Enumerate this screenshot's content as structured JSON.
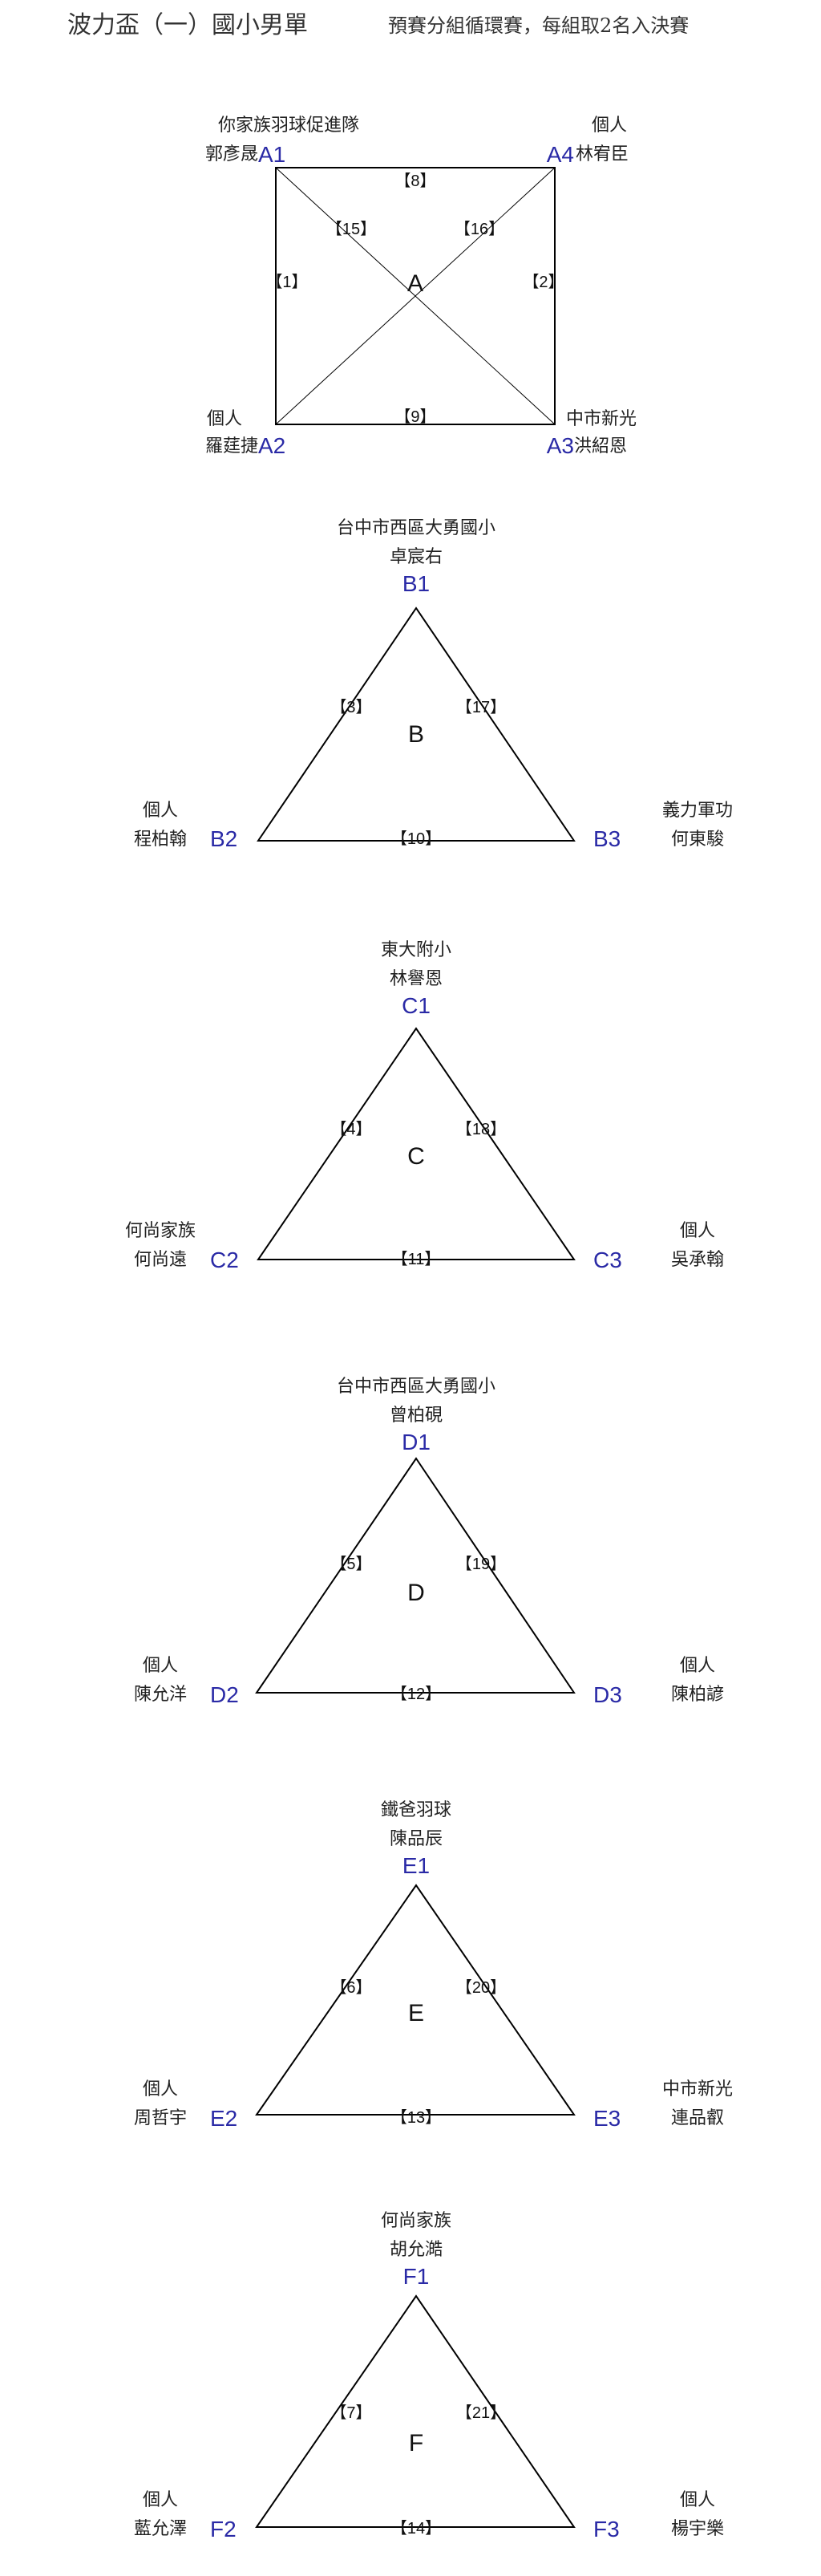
{
  "header": {
    "title": "波力盃（一）國小男單",
    "subtitle": "預賽分組循環賽，每組取2名入決賽"
  },
  "colors": {
    "slot_label": "#2a2aa6",
    "line": "#000000",
    "text": "#222222"
  },
  "groups": {
    "A": {
      "letter": "A",
      "slots": {
        "a1": {
          "label": "A1",
          "team": "你家族羽球促進隊",
          "player": "郭彥晟"
        },
        "a2": {
          "label": "A2",
          "team": "個人",
          "player": "羅莛捷"
        },
        "a3": {
          "label": "A3",
          "team": "中市新光",
          "player": "洪紹恩"
        },
        "a4": {
          "label": "A4",
          "team": "個人",
          "player": "林宥臣"
        }
      },
      "matches": {
        "top": "【8】",
        "bottom": "【9】",
        "left": "【1】",
        "right": "【2】",
        "diag_left": "【15】",
        "diag_right": "【16】"
      }
    },
    "B": {
      "letter": "B",
      "slots": {
        "top": {
          "label": "B1",
          "team": "台中市西區大勇國小",
          "player": "卓宸右"
        },
        "left": {
          "label": "B2",
          "team": "個人",
          "player": "程柏翰"
        },
        "right": {
          "label": "B3",
          "team": "義力軍功",
          "player": "何東駿"
        }
      },
      "matches": {
        "left": "【3】",
        "right": "【17】",
        "bottom": "【10】"
      }
    },
    "C": {
      "letter": "C",
      "slots": {
        "top": {
          "label": "C1",
          "team": "東大附小",
          "player": "林譽恩"
        },
        "left": {
          "label": "C2",
          "team": "何尚家族",
          "player": "何尚遠"
        },
        "right": {
          "label": "C3",
          "team": "個人",
          "player": "吳承翰"
        }
      },
      "matches": {
        "left": "【4】",
        "right": "【18】",
        "bottom": "【11】"
      }
    },
    "D": {
      "letter": "D",
      "slots": {
        "top": {
          "label": "D1",
          "team": "台中市西區大勇國小",
          "player": "曾柏硯"
        },
        "left": {
          "label": "D2",
          "team": "個人",
          "player": "陳允洋"
        },
        "right": {
          "label": "D3",
          "team": "個人",
          "player": "陳柏諺"
        }
      },
      "matches": {
        "left": "【5】",
        "right": "【19】",
        "bottom": "【12】"
      }
    },
    "E": {
      "letter": "E",
      "slots": {
        "top": {
          "label": "E1",
          "team": "鐵爸羽球",
          "player": "陳品辰"
        },
        "left": {
          "label": "E2",
          "team": "個人",
          "player": "周哲宇"
        },
        "right": {
          "label": "E3",
          "team": "中市新光",
          "player": "連品叡"
        }
      },
      "matches": {
        "left": "【6】",
        "right": "【20】",
        "bottom": "【13】"
      }
    },
    "F": {
      "letter": "F",
      "slots": {
        "top": {
          "label": "F1",
          "team": "何尚家族",
          "player": "胡允澔"
        },
        "left": {
          "label": "F2",
          "team": "個人",
          "player": "藍允澤"
        },
        "right": {
          "label": "F3",
          "team": "個人",
          "player": "楊宇樂"
        }
      },
      "matches": {
        "left": "【7】",
        "right": "【21】",
        "bottom": "【14】"
      }
    }
  }
}
